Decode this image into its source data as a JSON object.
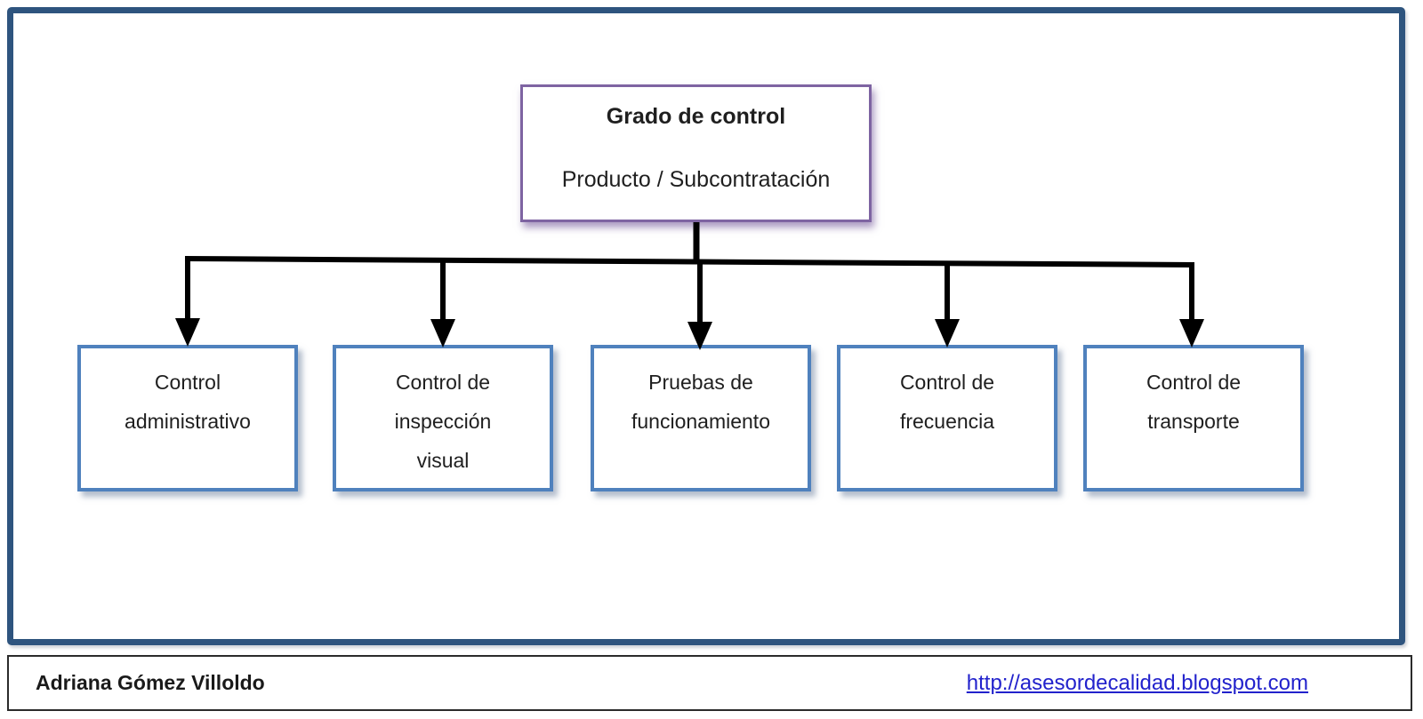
{
  "colors": {
    "outer_border": "#2E547E",
    "root_box_border": "#7E64A2",
    "child_box_border": "#4F81BD",
    "connector_line": "#000000",
    "link_blue": "#2222CC",
    "text": "#1f1f1f"
  },
  "diagram": {
    "root": {
      "title": "Grado de control",
      "subtitle": "Producto / Subcontratación"
    },
    "children": [
      {
        "label": "Control\nadministrativo"
      },
      {
        "label": "Control de\ninspección\nvisual"
      },
      {
        "label": "Pruebas de\nfuncionamiento"
      },
      {
        "label": "Control de\nfrecuencia"
      },
      {
        "label": "Control de\ntransporte"
      }
    ]
  },
  "footer": {
    "author": "Adriana Gómez Villoldo",
    "link_text": "http://asesordecalidad.blogspot.com"
  }
}
